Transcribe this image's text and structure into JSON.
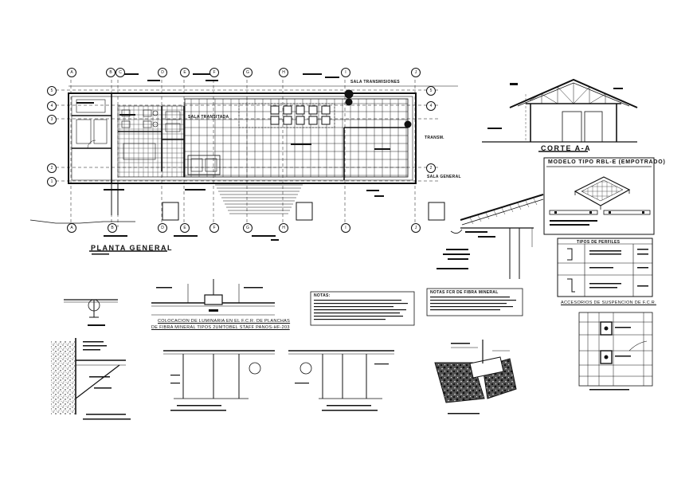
{
  "titles": {
    "planta": "PLANTA GENERAL",
    "corte": "CORTE A-A",
    "modelo": "MODELO TIPO RBL-E (EMPOTRADO)",
    "accesorios": "ACCESORIOS DE SUSPENCION DE F.C.R.",
    "colocacion_1": "COLOCACION DE LUMINARIA EN EL F.C.R. DE PLANCHAS",
    "colocacion_2": "DE FIBRA MINERAL TIPOS 2UMTOBEL STAFF PANOS-HF-203",
    "notas": "NOTAS:",
    "notas_fibra": "NOTAS FCR DE FIBRA MINERAL",
    "tipos_perfiles": "TIPOS DE PERFILES"
  },
  "room_labels": {
    "sala_transmisiones": "SALA TRANSMISIONES",
    "sala_transitada": "SALA TRANSITADA",
    "transm": "TRANSM.",
    "sala_general": "SALA GENERAL"
  },
  "grid_axes": {
    "columns": [
      "A",
      "B",
      "C",
      "D",
      "E",
      "F",
      "G",
      "H",
      "I",
      "J"
    ],
    "rows": [
      "5",
      "4",
      "3",
      "2",
      "1"
    ]
  }
}
